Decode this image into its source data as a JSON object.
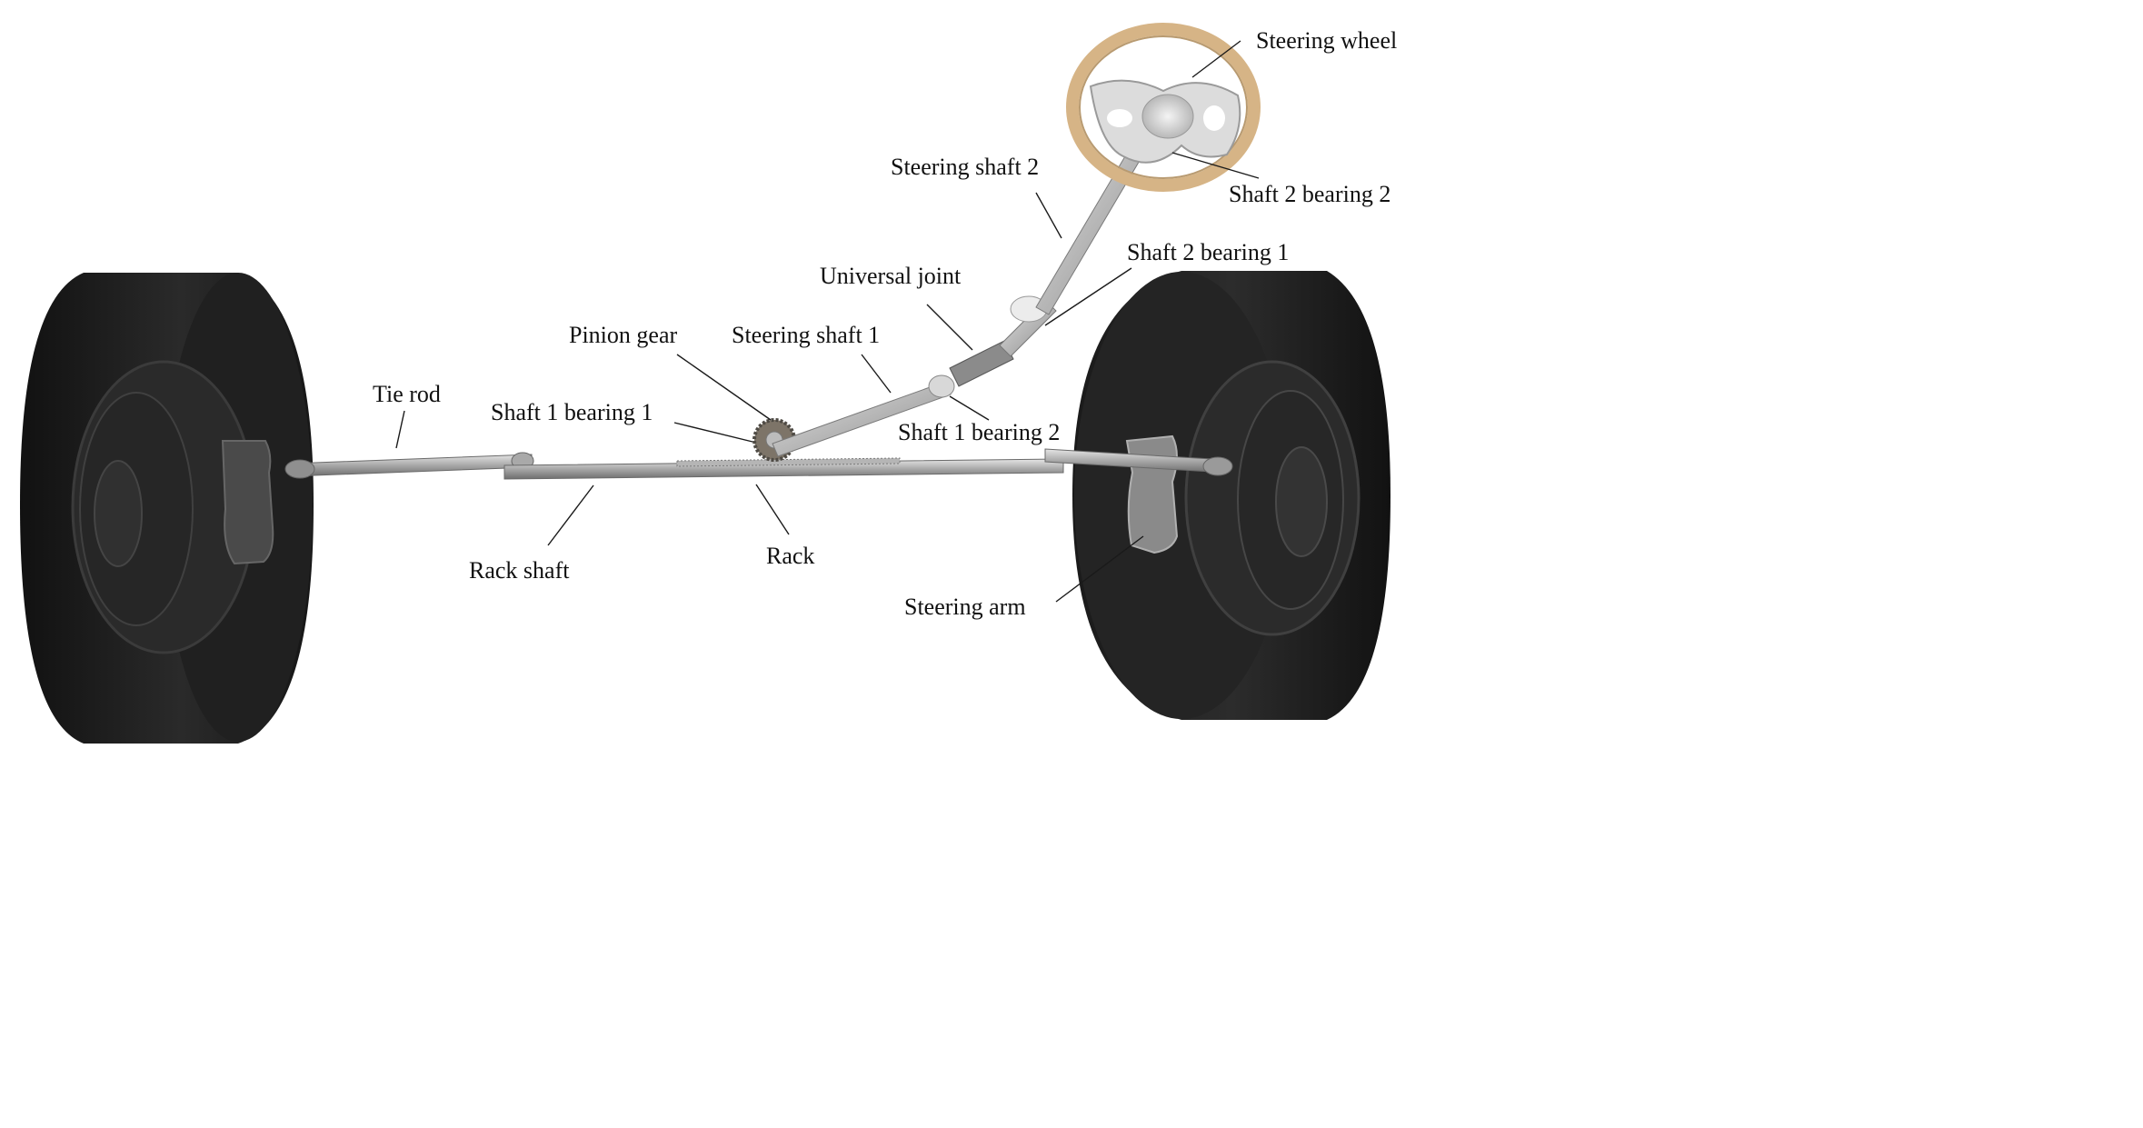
{
  "diagram": {
    "labels": {
      "steering_wheel": "Steering wheel",
      "steering_shaft_2": "Steering shaft 2",
      "shaft_2_bearing_2": "Shaft 2 bearing 2",
      "shaft_2_bearing_1": "Shaft 2 bearing 1",
      "universal_joint": "Universal joint",
      "pinion_gear": "Pinion gear",
      "steering_shaft_1": "Steering shaft 1",
      "tie_rod": "Tie rod",
      "shaft_1_bearing_1": "Shaft 1 bearing 1",
      "shaft_1_bearing_2": "Shaft 1 bearing 2",
      "rack_shaft": "Rack shaft",
      "rack": "Rack",
      "steering_arm": "Steering arm"
    },
    "colors": {
      "tire": "#1c1c1c",
      "tire_highlight": "#3a3a3a",
      "rim": "#2e2e2e",
      "metal": "#9a9a9a",
      "metal_light": "#d6d6d6",
      "wheel_rim_wood": "#d9b98a",
      "gear": "#7a6f62"
    }
  }
}
